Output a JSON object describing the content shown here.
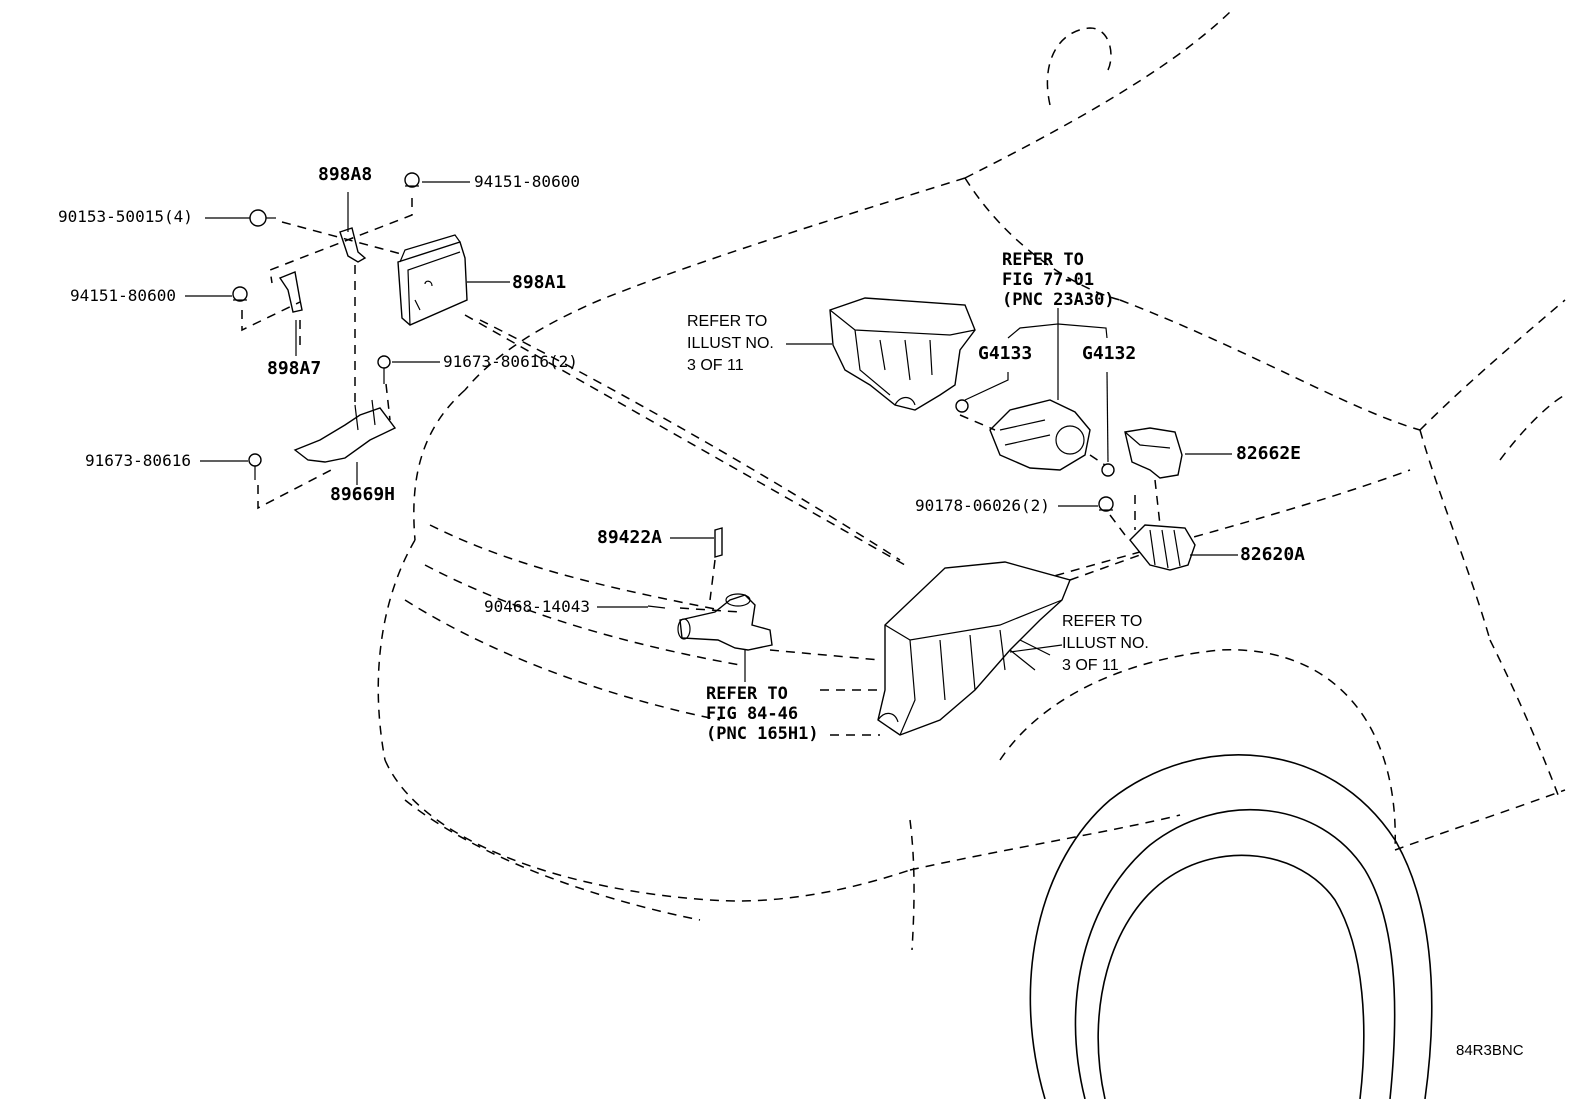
{
  "diagram_code": "84R3BNC",
  "parts": {
    "p898A8": "898A8",
    "p94151_top": "94151-80600",
    "p90153": "90153-50015(4)",
    "p898A1": "898A1",
    "p94151_mid": "94151-80600",
    "p898A7": "898A7",
    "p91673_2": "91673-80616(2)",
    "p91673": "91673-80616",
    "p89669H": "89669H",
    "p89422A": "89422A",
    "p90468": "90468-14043",
    "pG4133": "G4133",
    "pG4132": "G4132",
    "p82662E": "82662E",
    "p90178": "90178-06026(2)",
    "p82620A": "82620A"
  },
  "references": {
    "illust_left": [
      "REFER TO",
      "ILLUST NO.",
      "3 OF 11"
    ],
    "illust_right": [
      "REFER TO",
      "ILLUST NO.",
      "3 OF 11"
    ],
    "fig_77": [
      "REFER TO",
      "FIG 77-01",
      "(PNC 23A30)"
    ],
    "fig_84": [
      "REFER TO",
      "FIG 84-46",
      "(PNC 165H1)"
    ]
  },
  "colors": {
    "ink": "#000000",
    "paper": "#ffffff"
  }
}
